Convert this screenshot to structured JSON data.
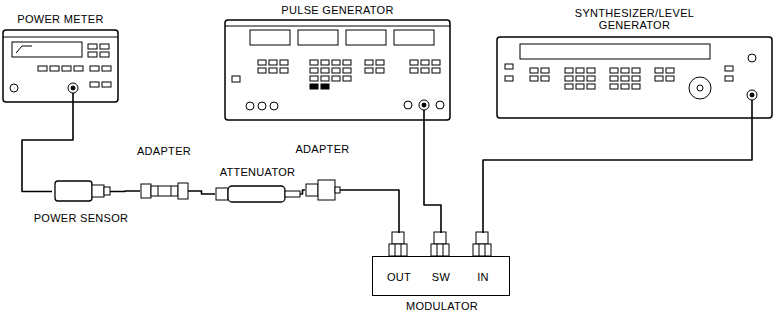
{
  "diagram": {
    "nodes": [
      {
        "text": [
          "POWER METER"
        ]
      },
      {
        "text": [
          "PULSE GENERATOR"
        ]
      },
      {
        "text": [
          "SYNTHESIZER/LEVEL GENERATOR"
        ]
      },
      {
        "text": [
          "POWER SENSOR"
        ]
      },
      {
        "text": [
          "ADAPTER"
        ]
      },
      {
        "text": [
          "ATTENUATOR"
        ]
      },
      {
        "text": [
          "ADAPTER"
        ]
      },
      {
        "text": [
          "MODULATOR"
        ]
      },
      {
        "text": [
          "OUT"
        ],
        "in": 7
      },
      {
        "text": [
          "SW"
        ],
        "in": 7
      },
      {
        "text": [
          "IN"
        ],
        "in": 7
      }
    ],
    "edges": [
      {
        "from": 0,
        "to": 3,
        "arrow": "none"
      },
      {
        "from": 3,
        "to": 4,
        "arrow": "none"
      },
      {
        "from": 4,
        "to": 5,
        "arrow": "none"
      },
      {
        "from": 5,
        "to": 6,
        "arrow": "none"
      },
      {
        "from": 6,
        "to": 8,
        "arrow": "none"
      },
      {
        "from": 1,
        "to": 9,
        "arrow": "none"
      },
      {
        "from": 2,
        "to": 10,
        "arrow": "none"
      }
    ]
  }
}
